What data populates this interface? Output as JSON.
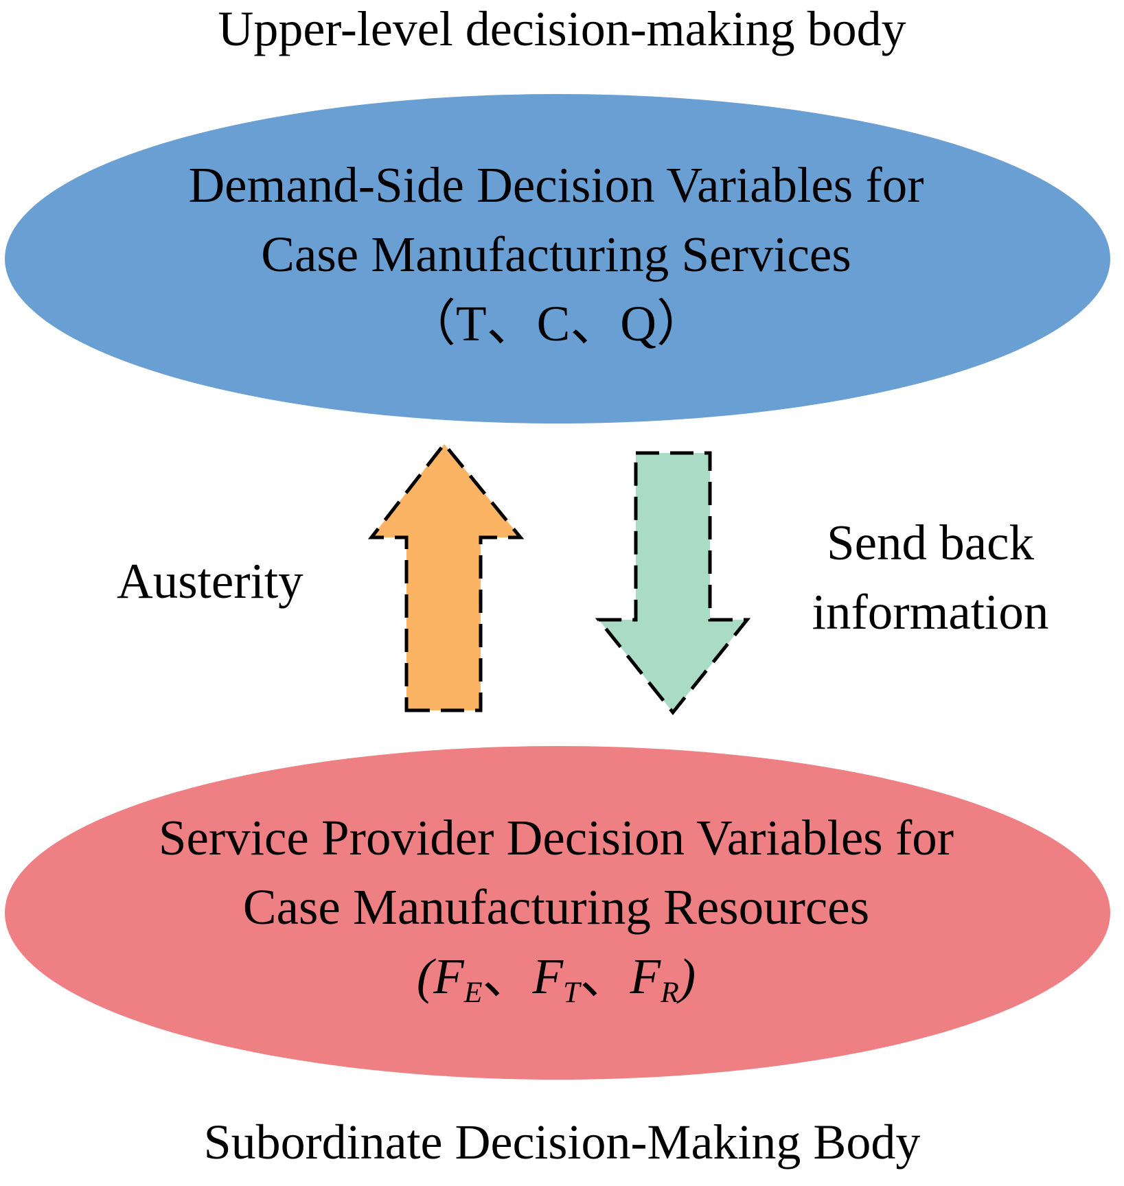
{
  "upper_body": {
    "title": "Upper-level decision-making body",
    "ellipse": {
      "line1": "Demand-Side Decision Variables for",
      "line2": "Case Manufacturing Services",
      "line3": "（T、C、Q）",
      "fill": "#6a9fd4"
    }
  },
  "lower_body": {
    "title": "Subordinate Decision-Making Body",
    "ellipse": {
      "line1": "Service Provider Decision Variables for",
      "line2": "Case Manufacturing Resources",
      "vars": {
        "open": "(",
        "f1": "F",
        "f1_sub": "E",
        "sep1": "、",
        "f2": "F",
        "f2_sub": "T",
        "sep2": "、",
        "f3": "F",
        "f3_sub": "R",
        "close": ")"
      },
      "fill": "#ee8083"
    }
  },
  "arrows": {
    "up": {
      "label": "Austerity",
      "fill": "#fbb464"
    },
    "down": {
      "label_line1": "Send back",
      "label_line2": "information",
      "fill": "#a9dbc5"
    }
  }
}
